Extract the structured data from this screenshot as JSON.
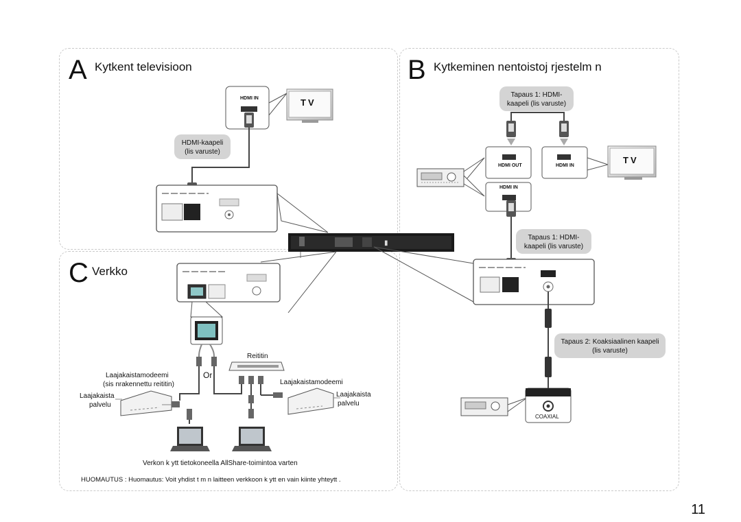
{
  "sectionA": {
    "letter": "A",
    "title": "Kytkent  televisioon",
    "tv_label": "TV",
    "hdmi_in_label": "HDMI IN",
    "cable_bubble_line1": "HDMI-kaapeli",
    "cable_bubble_line2": "(lis varuste)"
  },
  "sectionB": {
    "letter": "B",
    "title": "Kytkeminen   nentoistoj rjestelm  n",
    "case1_top_line1": "Tapaus 1: HDMI-",
    "case1_top_line2": "kaapeli (lis varuste)",
    "hdmi_out_label": "HDMI OUT",
    "hdmi_in_label_tv": "HDMI IN",
    "hdmi_in_label_receiver": "HDMI IN",
    "tv_label": "TV",
    "case1_mid_line1": "Tapaus 1: HDMI-",
    "case1_mid_line2": "kaapeli (lis varuste)",
    "case2_line1": "Tapaus 2: Koaksiaalinen kaapeli",
    "case2_line2": "(lis varuste)",
    "coaxial_label": "COAXIAL"
  },
  "sectionC": {
    "letter": "C",
    "title": "Verkko",
    "router_label": "Reititin",
    "or_label": "Or",
    "modem_left_line1": "Laajakaistamodeemi",
    "modem_left_line2": "(sis  nrakennettu reititin)",
    "modem_right": "Laajakaistamodeemi",
    "broadband_left_line1": "Laajakaista",
    "broadband_left_line2": "palvelu",
    "broadband_right_line1": "Laajakaista",
    "broadband_right_line2": "palvelu",
    "pc_caption": "Verkon k ytt  tietokoneella AllShare-toimintoa varten",
    "note": "HUOMAUTUS : Huomautus: Voit yhdist   t m n laitteen verkkoon k ytt en vain kiinte   yhteytt ."
  },
  "page_number": "11"
}
